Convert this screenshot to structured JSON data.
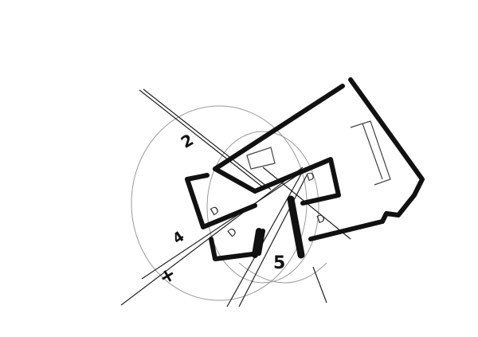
{
  "diagram": {
    "type": "architectural concept sketch",
    "colors": {
      "ink": "#111111",
      "construction": "#9a9a9a",
      "paper": "#ffffff"
    },
    "labels": {
      "n2": "2",
      "n4": "4",
      "n5": "5",
      "cross": "+",
      "d1": "D",
      "d2": "D",
      "d3": "D",
      "d4": "D"
    }
  }
}
